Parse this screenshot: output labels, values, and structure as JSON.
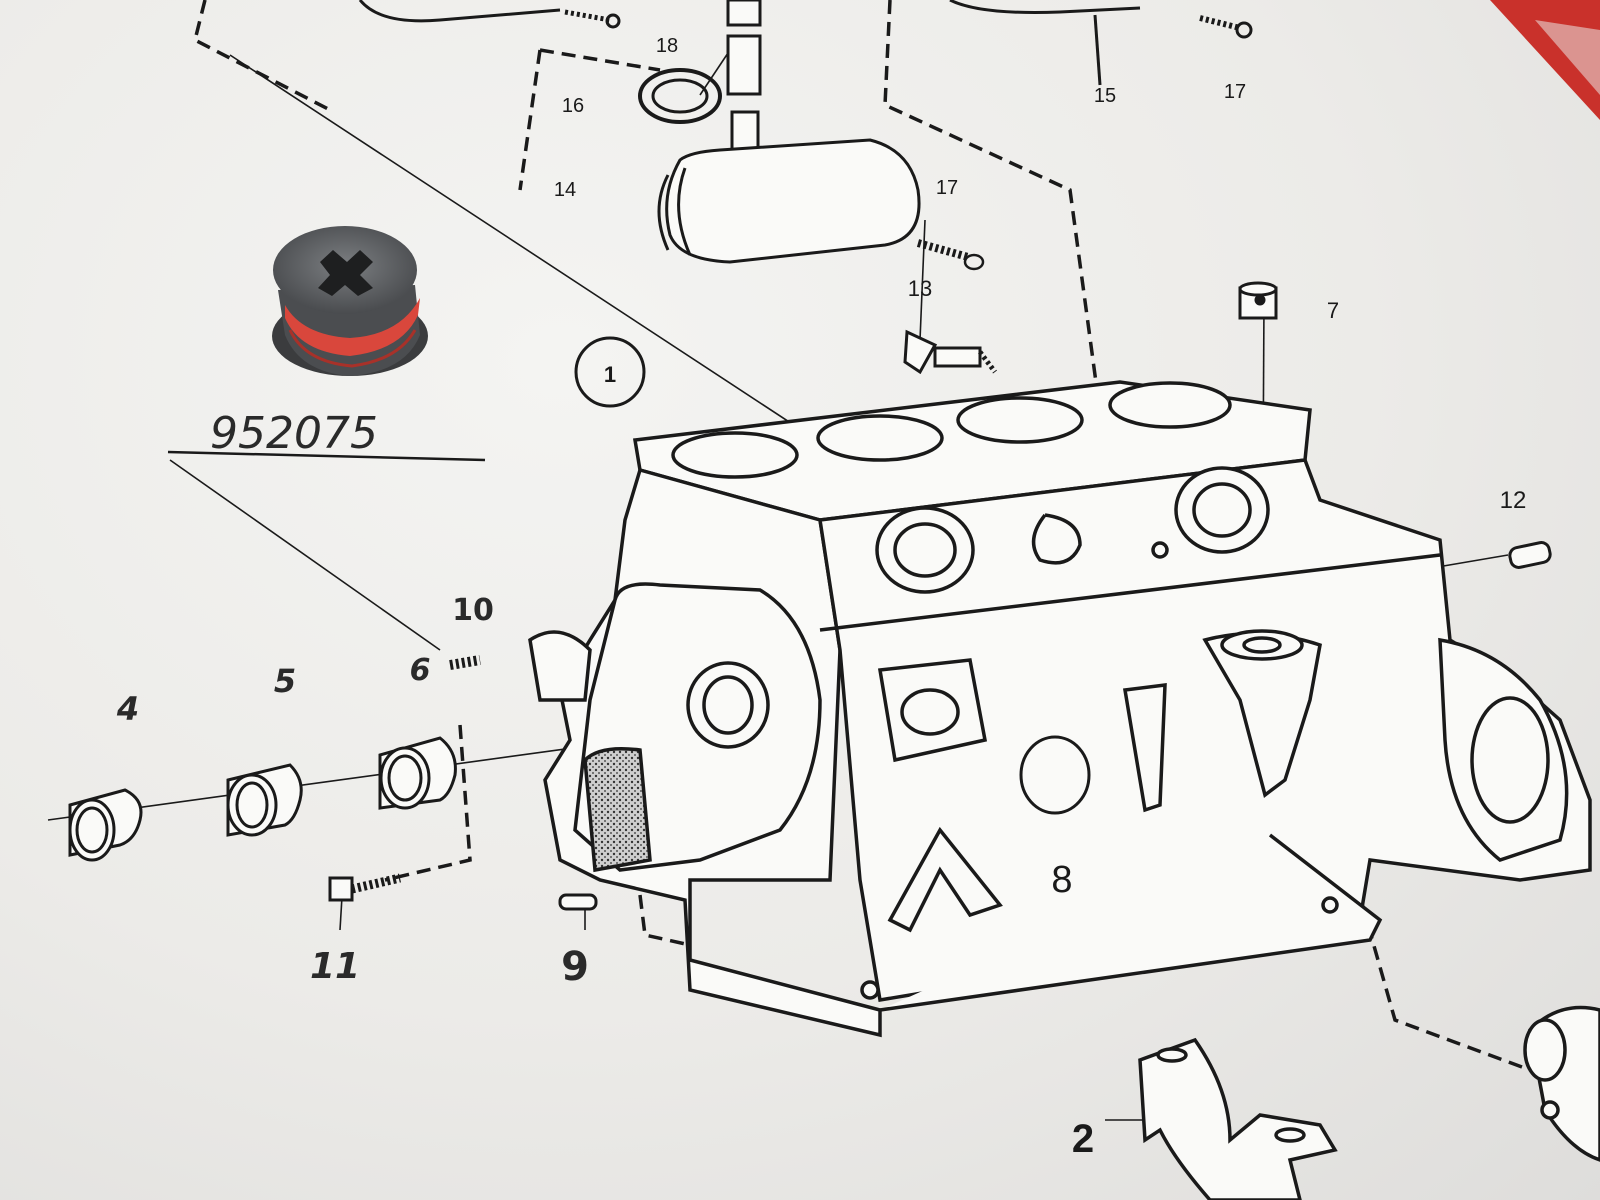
{
  "sheet": {
    "figure_number": "1",
    "handwritten_part_number": "952075"
  },
  "callouts": [
    {
      "id": "c1",
      "text": "18"
    },
    {
      "id": "c2",
      "text": "16"
    },
    {
      "id": "c3",
      "text": "14"
    },
    {
      "id": "c4",
      "text": "15"
    },
    {
      "id": "c5",
      "text": "17"
    },
    {
      "id": "c6",
      "text": "17"
    },
    {
      "id": "c7",
      "text": "13"
    },
    {
      "id": "c8",
      "text": "7"
    },
    {
      "id": "c9",
      "text": "12"
    },
    {
      "id": "c10",
      "text": "10"
    },
    {
      "id": "c11",
      "text": "6"
    },
    {
      "id": "c12",
      "text": "5"
    },
    {
      "id": "c13",
      "text": "4"
    },
    {
      "id": "c14",
      "text": "11"
    },
    {
      "id": "c15",
      "text": "9"
    },
    {
      "id": "c16",
      "text": "8"
    },
    {
      "id": "c17",
      "text": "2"
    }
  ],
  "colors": {
    "paper": "#f2f2f0",
    "ink": "#1a1a1a",
    "plug_metal": "#5b5d5f",
    "plug_sealant": "#d9473c"
  }
}
